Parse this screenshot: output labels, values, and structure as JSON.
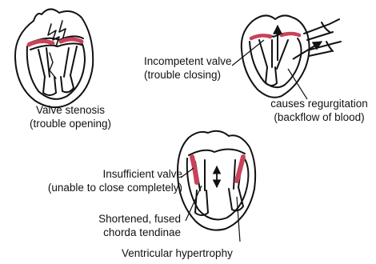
{
  "colors": {
    "ink": "#111111",
    "valve_red": "#c8435a"
  },
  "labels": {
    "stenosis_line1": "Valve stenosis",
    "stenosis_line2": "(trouble opening)",
    "incompetent_line1": "Incompetent valve",
    "incompetent_line2": "(trouble closing)",
    "regurg_line1": "causes regurgitation",
    "regurg_line2": "(backflow of blood)",
    "insufficient_line1": "Insufficient valve",
    "insufficient_line2": "(unable to close completely)",
    "chordae_line1": "Shortened, fused",
    "chordae_line2": "chorda tendinae",
    "hypertrophy": "Ventricular hypertrophy"
  }
}
